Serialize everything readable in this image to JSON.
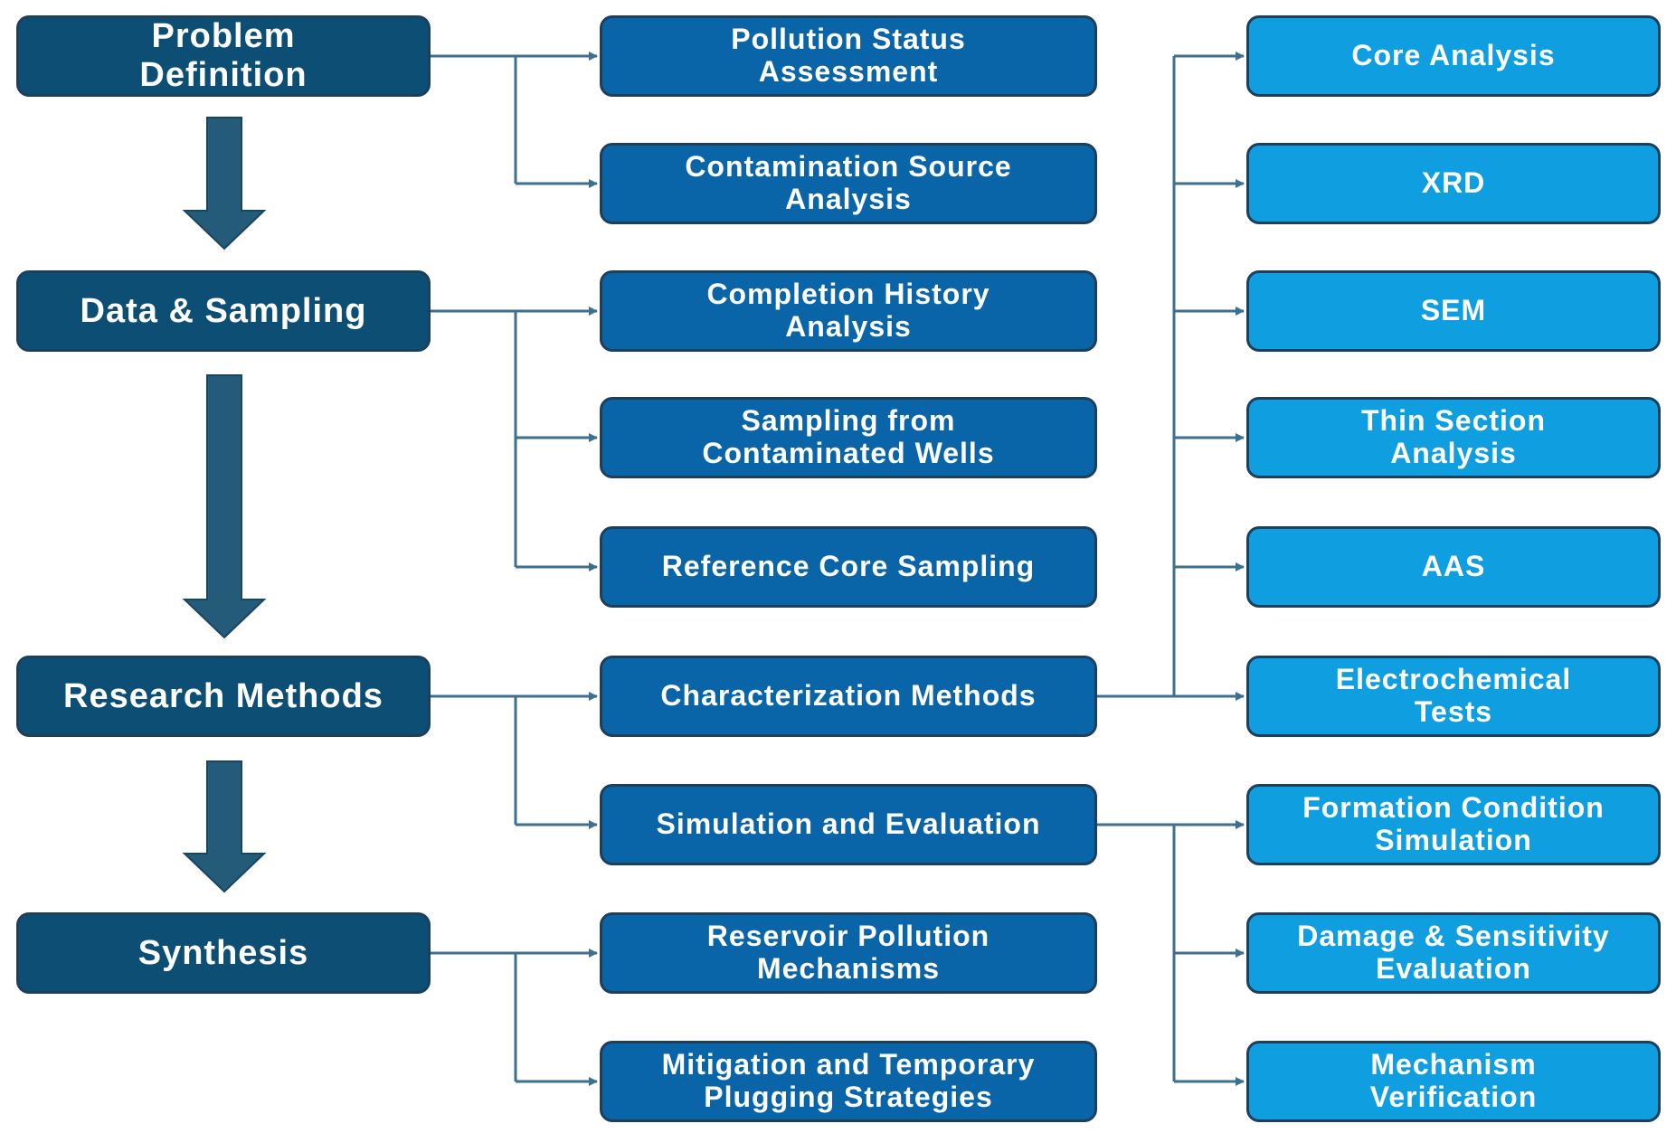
{
  "stages": [
    {
      "id": "problem-definition",
      "label": "Problem\nDefinition"
    },
    {
      "id": "data-sampling",
      "label": "Data & Sampling"
    },
    {
      "id": "research-methods",
      "label": "Research Methods"
    },
    {
      "id": "synthesis",
      "label": "Synthesis"
    }
  ],
  "steps": [
    {
      "id": "pollution-status",
      "label": "Pollution Status\nAssessment"
    },
    {
      "id": "contamination-source",
      "label": "Contamination Source\nAnalysis"
    },
    {
      "id": "completion-history",
      "label": "Completion History\nAnalysis"
    },
    {
      "id": "sampling-wells",
      "label": "Sampling from\nContaminated Wells"
    },
    {
      "id": "reference-core",
      "label": "Reference Core Sampling"
    },
    {
      "id": "characterization",
      "label": "Characterization Methods"
    },
    {
      "id": "simulation-evaluation",
      "label": "Simulation and Evaluation"
    },
    {
      "id": "pollution-mechanisms",
      "label": "Reservoir Pollution\nMechanisms"
    },
    {
      "id": "mitigation",
      "label": "Mitigation and Temporary\nPlugging Strategies"
    }
  ],
  "techniques": [
    {
      "id": "core-analysis",
      "label": "Core Analysis"
    },
    {
      "id": "xrd",
      "label": "XRD"
    },
    {
      "id": "sem",
      "label": "SEM"
    },
    {
      "id": "thin-section",
      "label": "Thin Section\nAnalysis"
    },
    {
      "id": "aas",
      "label": "AAS"
    },
    {
      "id": "electrochemical",
      "label": "Electrochemical\nTests"
    },
    {
      "id": "formation-condition",
      "label": "Formation Condition\nSimulation"
    },
    {
      "id": "damage-sensitivity",
      "label": "Damage & Sensitivity\nEvaluation"
    },
    {
      "id": "mechanism-verification",
      "label": "Mechanism\nVerification"
    }
  ],
  "colors": {
    "stage_fill": "#0c4e74",
    "step_fill": "#0a64a8",
    "technique_fill": "#0f9ee0",
    "connector": "#3d6f8e",
    "flow_arrow": "#245b78"
  }
}
